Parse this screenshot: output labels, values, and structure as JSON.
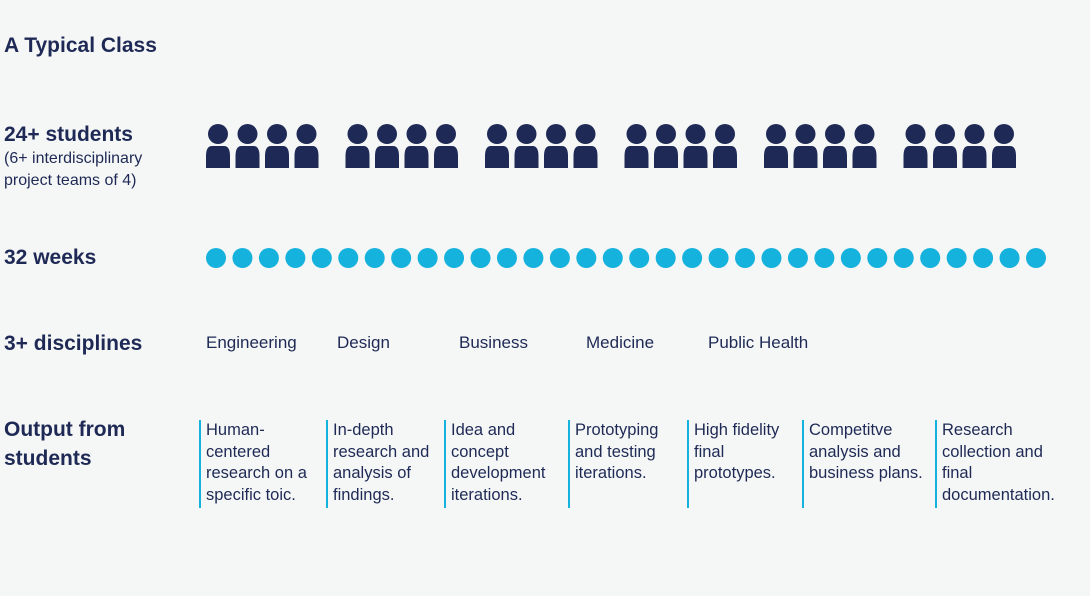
{
  "title": "A Typical Class",
  "rows": {
    "students": {
      "label": "24+ students",
      "sub_label": "(6+ interdisciplinary project teams of 4)",
      "teams": 6,
      "members_per_team": 4
    },
    "weeks": {
      "label": "32 weeks",
      "count": 32
    },
    "disciplines": {
      "label": "3+ disciplines",
      "items": [
        "Engineering",
        "Design",
        "Business",
        "Medicine",
        "Public Health"
      ]
    },
    "output": {
      "label": "Output from students",
      "items": [
        "Human-centered research on a specific toic.",
        "In-depth research and analysis of findings.",
        "Idea and concept development iterations.",
        "Prototyping and testing iterations.",
        "High fidelity final prototypes.",
        "Competitve analysis and business plans.",
        "Research collection and final documentation."
      ]
    }
  },
  "colors": {
    "navy": "#1e2a55",
    "cyan": "#16b2de",
    "background": "#f5f6f6"
  },
  "icons": {
    "student": "person-icon",
    "week": "dot-icon"
  }
}
